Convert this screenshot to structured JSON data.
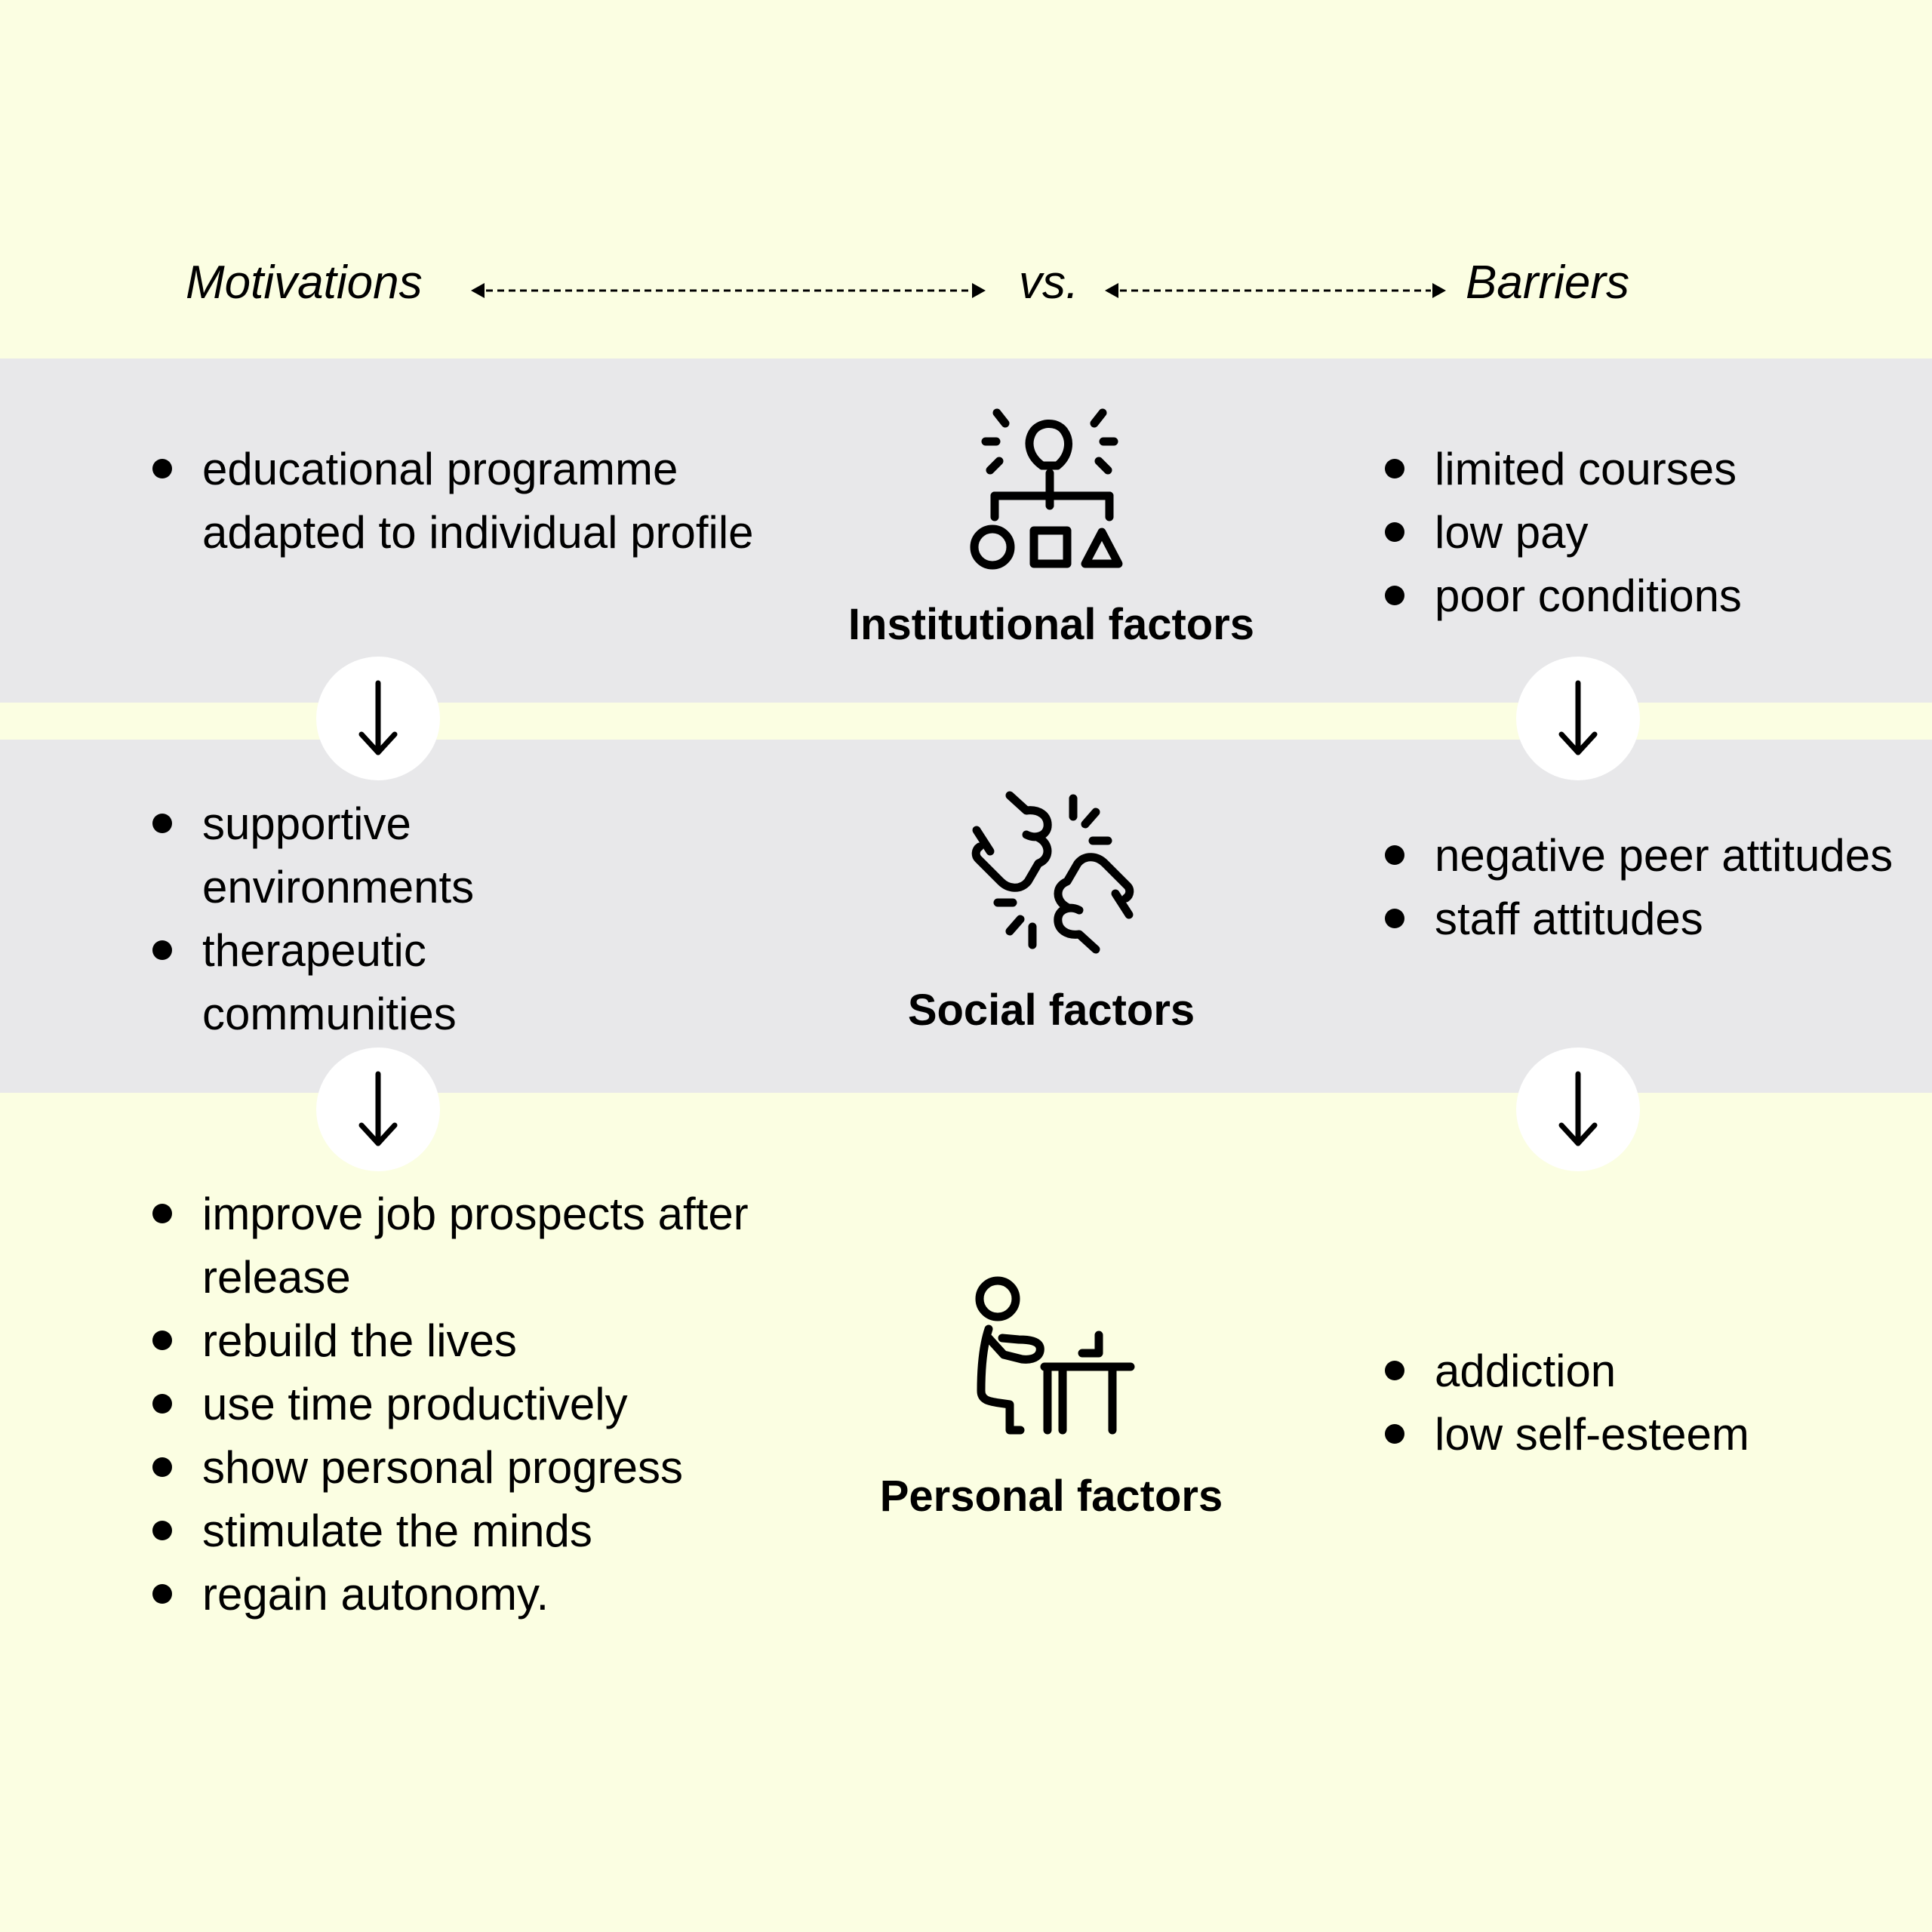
{
  "header": {
    "left": "Motivations",
    "middle": "vs.",
    "right": "Barriers"
  },
  "rows": [
    {
      "factor": "Institutional factors",
      "icon": "lightbulb-shapes-icon",
      "motivations": [
        "educational programme adapted to individual profile"
      ],
      "barriers": [
        "limited courses",
        "low pay",
        "poor conditions"
      ]
    },
    {
      "factor": "Social factors",
      "icon": "fist-bump-icon",
      "motivations": [
        "supportive environments",
        "therapeutic communities"
      ],
      "barriers": [
        "negative peer attitudes",
        "staff attitudes"
      ]
    },
    {
      "factor": "Personal factors",
      "icon": "person-at-desk-icon",
      "motivations": [
        "improve job prospects after release",
        "rebuild the lives",
        "use time productively",
        "show personal progress",
        "stimulate the minds",
        "regain autonomy."
      ],
      "barriers": [
        "addiction",
        "low self-esteem"
      ]
    }
  ],
  "colors": {
    "background": "#fbfee2",
    "band": "#e8e8ea",
    "circle": "#ffffff",
    "ink": "#000000"
  }
}
